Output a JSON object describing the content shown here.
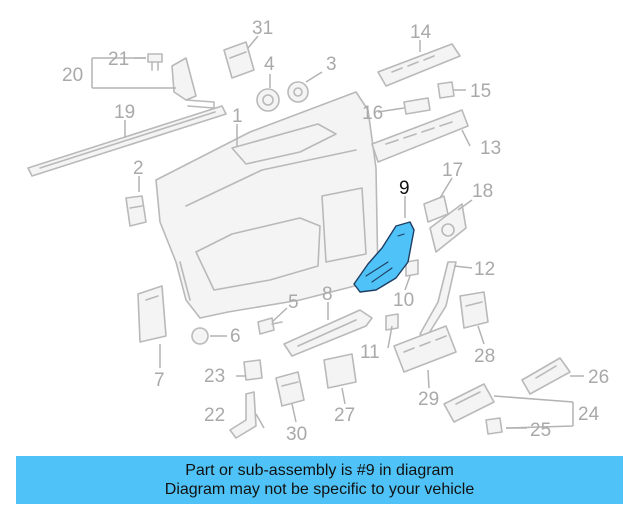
{
  "callouts": {
    "c1": "1",
    "c2": "2",
    "c3": "3",
    "c4": "4",
    "c5": "5",
    "c6": "6",
    "c7": "7",
    "c8": "8",
    "c9": "9",
    "c10": "10",
    "c11": "11",
    "c12": "12",
    "c13": "13",
    "c14": "14",
    "c15": "15",
    "c16": "16",
    "c17": "17",
    "c18": "18",
    "c19": "19",
    "c20": "20",
    "c21": "21",
    "c22": "22",
    "c23": "23",
    "c24": "24",
    "c25": "25",
    "c26": "26",
    "c27": "27",
    "c28": "28",
    "c29": "29",
    "c30": "30",
    "c31": "31"
  },
  "highlighted_part": "9",
  "banner": {
    "line1": "Part or sub-assembly is #9 in diagram",
    "line2": "Diagram may not be specific to your vehicle"
  },
  "colors": {
    "highlight": "#4fc3f7",
    "banner_bg": "#4fc3f7",
    "drawing": "#b9b9b9",
    "text": "#111111"
  }
}
